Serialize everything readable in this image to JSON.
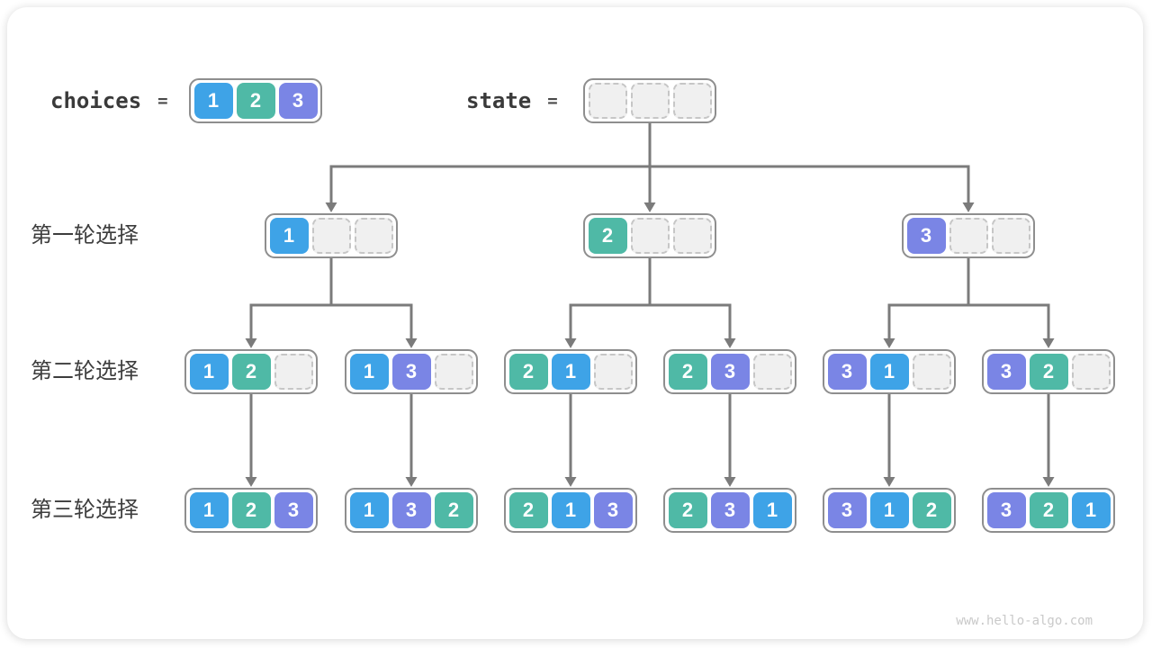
{
  "header": {
    "choices_label": "choices",
    "state_label": "state",
    "equals": "=",
    "choices_cells": [
      1,
      2,
      3
    ],
    "state_cells": [
      null,
      null,
      null
    ]
  },
  "rows": [
    {
      "label": "第一轮选择",
      "boxes": [
        [
          1,
          null,
          null
        ],
        [
          2,
          null,
          null
        ],
        [
          3,
          null,
          null
        ]
      ]
    },
    {
      "label": "第二轮选择",
      "boxes": [
        [
          1,
          2,
          null
        ],
        [
          1,
          3,
          null
        ],
        [
          2,
          1,
          null
        ],
        [
          2,
          3,
          null
        ],
        [
          3,
          1,
          null
        ],
        [
          3,
          2,
          null
        ]
      ]
    },
    {
      "label": "第三轮选择",
      "boxes": [
        [
          1,
          2,
          3
        ],
        [
          1,
          3,
          2
        ],
        [
          2,
          1,
          3
        ],
        [
          2,
          3,
          1
        ],
        [
          3,
          1,
          2
        ],
        [
          3,
          2,
          1
        ]
      ]
    }
  ],
  "palette": {
    "1": "#3EA3E7",
    "2": "#4FB9A6",
    "3": "#7A85E5",
    "empty_bg": "#F0F0F0",
    "empty_border": "#C6C6C6",
    "box_border": "#8E8E8E",
    "connector": "#7B7B7B"
  },
  "watermark": "www.hello-algo.com"
}
